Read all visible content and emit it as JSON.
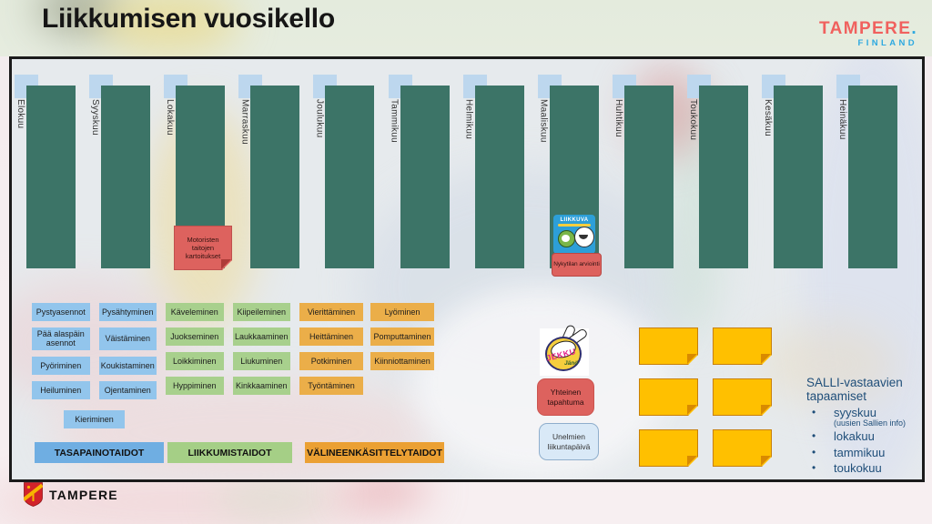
{
  "title": "Liikkumisen vuosikello",
  "brand": {
    "name": "TAMPERE",
    "dot": ".",
    "country": "FINLAND"
  },
  "months": [
    "Elokuu",
    "Syyskuu",
    "Lokakuu",
    "Marraskuu",
    "Joulukuu",
    "Tammikuu",
    "Helmikuu",
    "Maaliskuu",
    "Huhtikuu",
    "Toukokuu",
    "Kesäkuu",
    "Heinäkuu"
  ],
  "annotations": {
    "motor_note": "Motoristen taitojen kartoitukset",
    "liikkuva_badge": "LIIKKUVA",
    "nykytila_note": "Nykytilan arviointi",
    "jekku": {
      "name": "JEKKU",
      "sub": "Jänö"
    },
    "yhteinen_note": "Yhteinen tapahtuma",
    "unelmien_note": "Unelmien liikuntapäivä"
  },
  "skills": {
    "balance": {
      "banner": "TASAPAINOTAIDOT",
      "items": [
        "Pystyasennot",
        "Pysähtyminen",
        "Pää alaspäin asennot",
        "Väistäminen",
        "Pyöriminen",
        "Koukistaminen",
        "Heiluminen",
        "Ojentaminen",
        "Kieriminen"
      ]
    },
    "locomotor": {
      "banner": "LIIKKUMISTAIDOT",
      "items": [
        "Käveleminen",
        "Kiipeileminen",
        "Juokseminen",
        "Laukkaaminen",
        "Loikkiminen",
        "Liukuminen",
        "Hyppiminen",
        "Kinkkaaminen"
      ]
    },
    "manipulative": {
      "banner": "VÄLINEENKÄSITTELYTAIDOT",
      "items": [
        "Vierittäminen",
        "Lyöminen",
        "Heittäminen",
        "Pomputtaminen",
        "Potkiminen",
        "Kiinniottaminen",
        "Työntäminen"
      ]
    }
  },
  "sticky_note_count": 6,
  "salli": {
    "heading": "SALLI-vastaavien tapaamiset",
    "bullets": [
      {
        "label": "syyskuu",
        "note": "(uusien Sallien info)"
      },
      {
        "label": "lokakuu"
      },
      {
        "label": "tammikuu"
      },
      {
        "label": "toukokuu"
      }
    ]
  },
  "footer": {
    "logo_text": "TAMPERE"
  },
  "colors": {
    "bar_teal": "#3C7467",
    "square_blue": "#BDD7EE",
    "btn_blue": "#92C5EC",
    "banner_blue": "#6FAEE2",
    "btn_green": "#A8D08D",
    "banner_green": "#A5CF86",
    "btn_orange": "#EBAE49",
    "banner_orange": "#EBA033",
    "note_red": "#DD625E",
    "sticky_orange": "#FFC000",
    "note_lightblue": "#D9E9F7",
    "salli_text": "#1F4E79",
    "brand_red": "#F0615E",
    "brand_blue": "#2EA9E0"
  }
}
